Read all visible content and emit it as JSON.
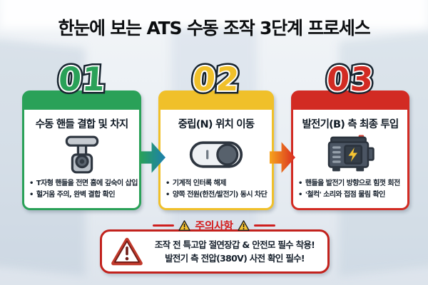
{
  "title": "한눈에 보는 ATS 수동 조작 3단계 프로세스",
  "steps": [
    {
      "number": "01",
      "accent": "#2aa158",
      "title": "수동 핸들 결합 및 차지",
      "icon": "t-handle-icon",
      "bullets": [
        "T자형 핸들을 전면 홈에 깊숙이 삽입",
        "헐거움 주의, 완벽 결합 확인"
      ]
    },
    {
      "number": "02",
      "accent": "#f0c02a",
      "title": "중립(N) 위치 이동",
      "icon": "toggle-switch-icon",
      "bullets": [
        "기계적 인터록 해제",
        "양쪽 전원(한전/발전기) 동시 차단"
      ]
    },
    {
      "number": "03",
      "accent": "#d22b23",
      "title": "발전기(B) 측 최종 투입",
      "icon": "generator-icon",
      "bullets": [
        "핸들을 발전기 방향으로 힘껏 회전",
        "'철컥' 소리와 접점 물림 확인"
      ]
    }
  ],
  "arrows": [
    {
      "from": "#2aa158",
      "to": "#1c7fae"
    },
    {
      "from": "#f6a41d",
      "to": "#d92a20"
    }
  ],
  "warning": {
    "header": "주의사항",
    "header_color": "#d41d1d",
    "border_color": "#c2221d",
    "lines": [
      "조작 전 특고압 절연장갑 & 안전모 필수 착용!",
      "발전기 측 전압(380V) 사전 확인 필수!"
    ]
  }
}
